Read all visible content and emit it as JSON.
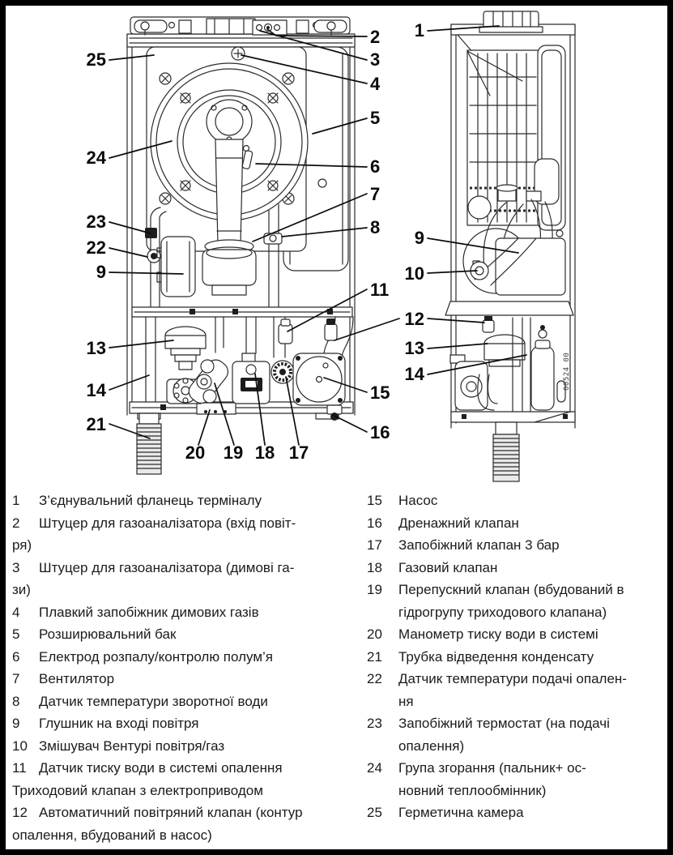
{
  "page": {
    "background": "#ffffff",
    "border_color": "#000000"
  },
  "figure": {
    "drawing_number": "00524 00",
    "front_view": {
      "callouts_left": [
        "25",
        "24",
        "23",
        "22",
        "9",
        "13",
        "14",
        "21"
      ],
      "callouts_right": [
        "2",
        "3",
        "4",
        "5",
        "6",
        "7",
        "8",
        "11",
        "15",
        "16"
      ],
      "callouts_bottom": [
        "20",
        "19",
        "18",
        "17"
      ]
    },
    "side_view": {
      "callouts_left": [
        "1",
        "9",
        "10",
        "12",
        "13",
        "14"
      ]
    }
  },
  "legend": {
    "left_column": [
      {
        "num": "1",
        "text": "З’єднувальний фланець терміналу"
      },
      {
        "num": "2",
        "text": "Штуцер для газоаналізатора (вхід повіт-\nря)"
      },
      {
        "num": "3",
        "text": "Штуцер для газоаналізатора (димові га-\nзи)"
      },
      {
        "num": "4",
        "text": "Плавкий запобіжник димових газів"
      },
      {
        "num": "5",
        "text": "Розширювальний бак"
      },
      {
        "num": "6",
        "text": "Електрод розпалу/контролю полум’я"
      },
      {
        "num": "7",
        "text": "Вентилятор"
      },
      {
        "num": "8",
        "text": "Датчик температури зворотної води"
      },
      {
        "num": "9",
        "text": "Глушник на вході повітря"
      },
      {
        "num": "10",
        "text": "Змішувач Вентурі повітря/газ"
      },
      {
        "num": "11",
        "text": "Датчик тиску води в системі опалення\nТриходовий клапан з електроприводом"
      },
      {
        "num": "12",
        "text": "Автоматичний повітряний клапан (контур\nопалення, вбудований в насос)"
      }
    ],
    "right_column": [
      {
        "num": "15",
        "text": "Насос"
      },
      {
        "num": "16",
        "text": "Дренажний клапан"
      },
      {
        "num": "17",
        "text": "Запобіжний клапан 3 бар"
      },
      {
        "num": "18",
        "text": "Газовий клапан"
      },
      {
        "num": "19",
        "text": "Перепускний клапан (вбудований в\nгідрогрупу триходового клапана)"
      },
      {
        "num": "20",
        "text": "Манометр тиску води в системі"
      },
      {
        "num": "21",
        "text": "Трубка відведення конденсату"
      },
      {
        "num": "22",
        "text": "Датчик температури подачі опален-\nня"
      },
      {
        "num": "23",
        "text": "Запобіжний термостат (на подачі\nопалення)"
      },
      {
        "num": "24",
        "text": "Група згорання (пальник+ ос-\nновний теплообмінник)"
      },
      {
        "num": "25",
        "text": "Герметична камера"
      }
    ]
  }
}
